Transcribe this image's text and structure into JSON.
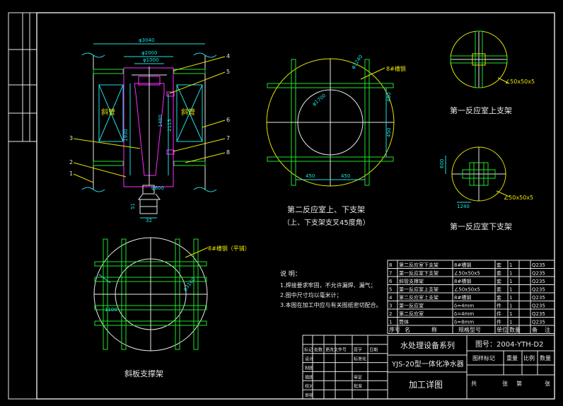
{
  "titles": {
    "view2": "第二反应室上、下支架",
    "view2_sub": "（上、下支架支叉45度角）",
    "view3_top": "第一反应室上支架",
    "view3_bot": "第一反应室下支架",
    "view4": "斜板支撑架"
  },
  "callouts": {
    "channel8": "8#槽钢",
    "channel8_flat": "8#槽钢（平铺）",
    "angle": "∠50x50x5"
  },
  "dims": {
    "d3040": "φ3040",
    "d2000": "φ2000",
    "d1000": "φ1000",
    "d600": "φ600",
    "d1700": "φ1700",
    "d3240": "φ3240",
    "v1930": "1930",
    "v1480": "1480",
    "v2115": "2115",
    "v450a": "450",
    "v450b": "450",
    "v450c": "450",
    "v450d": "450",
    "v1100": "1100",
    "v600": "600",
    "v51": "51",
    "v32": "32",
    "v1240": "1240",
    "d3160": "φ3160"
  },
  "zones": {
    "left": "斜管",
    "right": "斜管"
  },
  "balloons": [
    "4",
    "5",
    "6",
    "7",
    "8",
    "3",
    "2",
    "1"
  ],
  "notes": {
    "heading": "说 明：",
    "lines": [
      "1.焊接要求牢固，不允许漏焊、漏气；",
      "2.图中尺寸均以毫米计；",
      "3.本图在加工中应与有关图纸密切配合。"
    ]
  },
  "bom": {
    "rows": [
      [
        "8",
        "第二反应室下支架",
        "8#槽钢",
        "套",
        "1",
        "",
        "Q235"
      ],
      [
        "7",
        "第一反应室下支架",
        "∠50x50x5",
        "套",
        "1",
        "",
        "Q235"
      ],
      [
        "6",
        "斜管支撑架",
        "8#槽钢",
        "套",
        "1",
        "",
        "Q235"
      ],
      [
        "5",
        "第一反应室上支架",
        "∠50x50x5",
        "套",
        "1",
        "",
        "Q235"
      ],
      [
        "4",
        "第二反应室上支架",
        "8#槽钢",
        "套",
        "1",
        "",
        "Q235"
      ],
      [
        "3",
        "第一反应室",
        "δ=4mm",
        "件",
        "1",
        "",
        "Q235"
      ],
      [
        "2",
        "第二反应室",
        "δ=4mm",
        "件",
        "1",
        "",
        "Q235"
      ],
      [
        "1",
        "筒体",
        "δ=8mm",
        "件",
        "1",
        "",
        "Q235"
      ]
    ],
    "header": [
      "序号",
      "名",
      "称",
      "规格型号",
      "单位",
      "数量",
      "备",
      "注"
    ]
  },
  "titleblock": {
    "company": "水处理设备系列",
    "product": "YJS-20型一体化净水器",
    "drawing_no": "图号：2004-YTH-D2",
    "sheet_title": "加工详图",
    "stage_label": "图样标记",
    "weight_label": "重量",
    "scale_label": "比例",
    "qty_label": "数量",
    "total_label": "共",
    "sheet_label": "张",
    "page_label": "第",
    "page2_label": "张",
    "rev_header": [
      "标记",
      "处数",
      "更改文件号",
      "签字",
      "日期"
    ],
    "sign_rows": [
      "设计",
      "制图",
      "描图",
      "校对",
      "审核"
    ],
    "sign_rows2": [
      "标准化",
      "",
      "审定",
      "批准"
    ]
  }
}
